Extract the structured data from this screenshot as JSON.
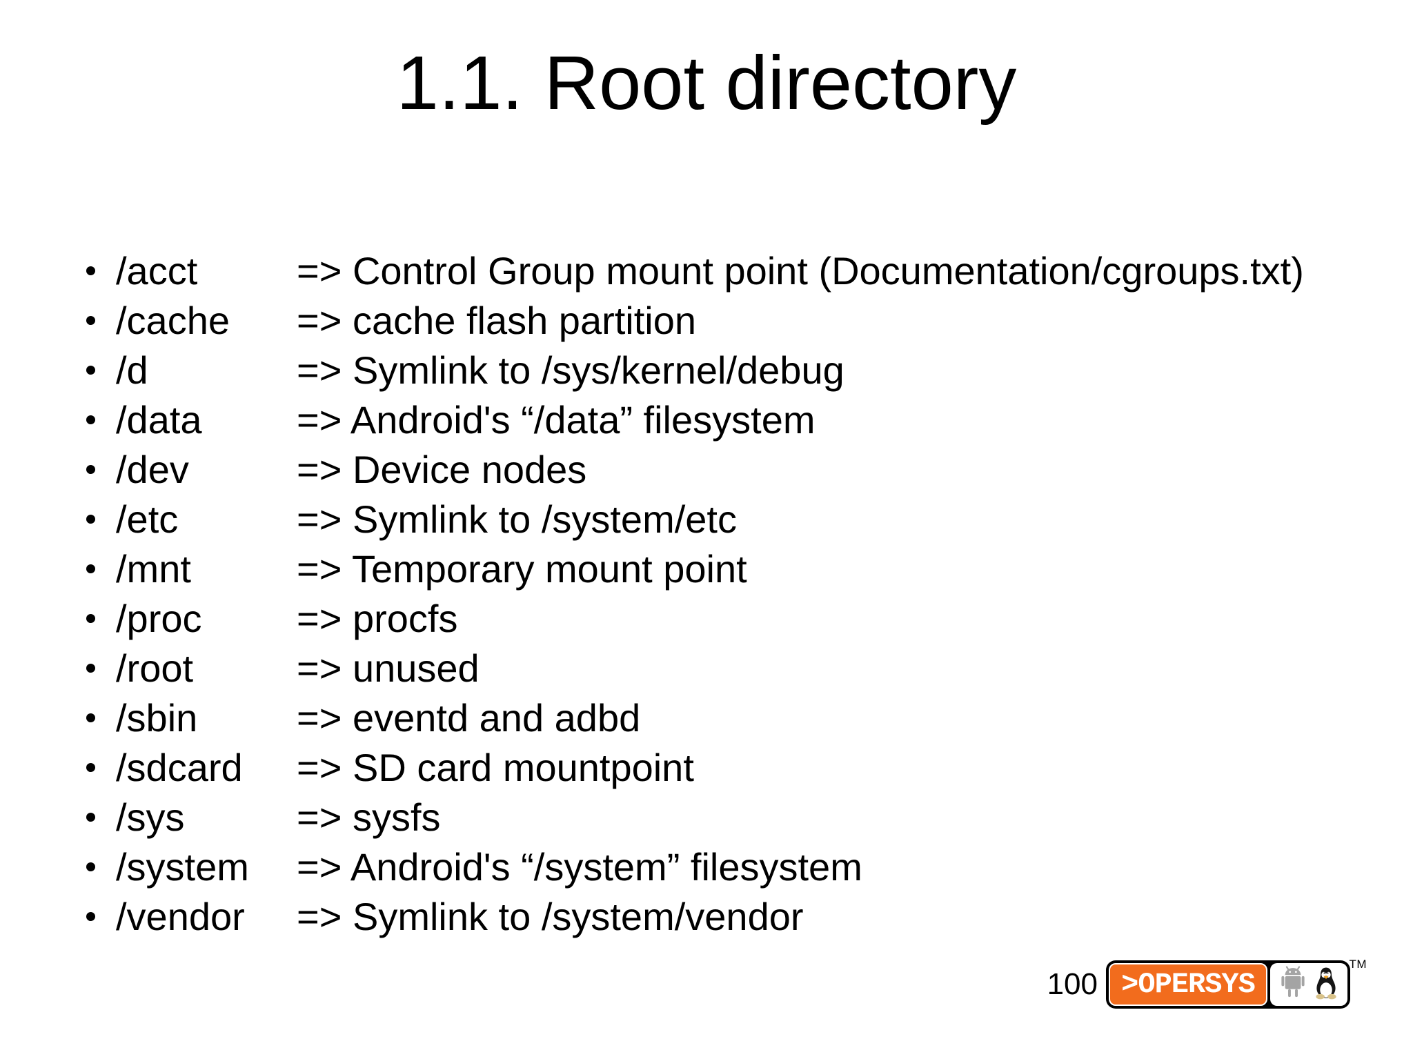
{
  "slide": {
    "title": "1.1. Root directory",
    "page_number": "100",
    "entries": [
      {
        "path": "/acct",
        "desc": "=> Control Group mount point (Documentation/cgroups.txt)"
      },
      {
        "path": "/cache",
        "desc": "=> cache flash partition"
      },
      {
        "path": "/d",
        "desc": "=> Symlink to /sys/kernel/debug"
      },
      {
        "path": "/data",
        "desc": "=> Android's “/data” filesystem"
      },
      {
        "path": "/dev",
        "desc": "=> Device nodes"
      },
      {
        "path": "/etc",
        "desc": "=> Symlink to /system/etc"
      },
      {
        "path": "/mnt",
        "desc": "=> Temporary mount point"
      },
      {
        "path": "/proc",
        "desc": "=> procfs"
      },
      {
        "path": "/root",
        "desc": "=> unused"
      },
      {
        "path": "/sbin",
        "desc": "=> eventd and adbd"
      },
      {
        "path": "/sdcard",
        "desc": "=> SD card mountpoint"
      },
      {
        "path": "/sys",
        "desc": "=> sysfs"
      },
      {
        "path": "/system",
        "desc": "=> Android's “/system” filesystem"
      },
      {
        "path": "/vendor",
        "desc": "=> Symlink to /system/vendor"
      }
    ],
    "logo": {
      "brand": ">OPERSYS",
      "trademark": "TM",
      "icons": {
        "android": "android-robot-icon",
        "tux": "tux-penguin-icon"
      }
    },
    "colors": {
      "background": "#ffffff",
      "text": "#000000",
      "logo_orange": "#f26c1d",
      "android_gray": "#a4a4a4"
    }
  }
}
